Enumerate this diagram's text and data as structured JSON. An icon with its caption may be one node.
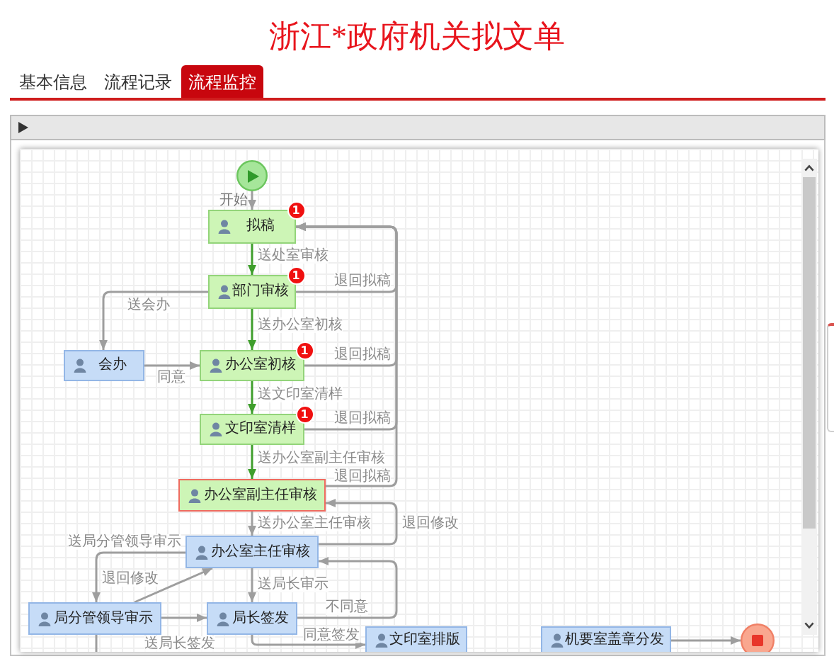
{
  "diagram": {
    "title": "浙江*政府机关拟文单",
    "nodes": [
      {
        "text": [],
        "shape": "circle",
        "beside": [
          "开始"
        ]
      },
      {
        "text": [
          "拟稿"
        ],
        "beside": [
          "1"
        ]
      },
      {
        "text": [
          "部门审核"
        ],
        "beside": [
          "1"
        ]
      },
      {
        "text": [
          "会办"
        ]
      },
      {
        "text": [
          "办公室初核"
        ],
        "beside": [
          "1"
        ]
      },
      {
        "text": [
          "文印室清样"
        ],
        "beside": [
          "1"
        ]
      },
      {
        "text": [
          "办公室副主任审核"
        ]
      },
      {
        "text": [
          "办公室主任审核"
        ]
      },
      {
        "text": [
          "局分管领导审示"
        ]
      },
      {
        "text": [
          "局长签发"
        ]
      },
      {
        "text": [
          "文印室排版"
        ]
      },
      {
        "text": [
          "机要室盖章分发"
        ]
      },
      {
        "text": [],
        "shape": "circle"
      }
    ],
    "edges": [
      {
        "from": 0,
        "to": 1,
        "arrow": "to"
      },
      {
        "from": 1,
        "to": 2,
        "arrow": "to",
        "label": "送处室审核",
        "color": "#3f9e2c"
      },
      {
        "from": 2,
        "to": 1,
        "arrow": "to",
        "label": "退回拟稿"
      },
      {
        "from": 2,
        "to": 3,
        "arrow": "to",
        "label": "送会办"
      },
      {
        "from": 2,
        "to": 4,
        "arrow": "to",
        "label": "送办公室初核",
        "color": "#3f9e2c"
      },
      {
        "from": 3,
        "to": 4,
        "arrow": "to",
        "label": "同意"
      },
      {
        "from": 4,
        "to": 1,
        "arrow": "to",
        "label": "退回拟稿"
      },
      {
        "from": 4,
        "to": 5,
        "arrow": "to",
        "label": "送文印室清样",
        "color": "#3f9e2c"
      },
      {
        "from": 5,
        "to": 1,
        "arrow": "to",
        "label": "退回拟稿"
      },
      {
        "from": 5,
        "to": 6,
        "arrow": "to",
        "label": "送办公室副主任审核",
        "color": "#3f9e2c"
      },
      {
        "from": 6,
        "to": 1,
        "arrow": "to",
        "label": "退回拟稿"
      },
      {
        "from": 6,
        "to": 7,
        "arrow": "to",
        "label": "送办公室主任审核"
      },
      {
        "from": 7,
        "to": 6,
        "arrow": "to",
        "label": "退回修改"
      },
      {
        "from": 7,
        "to": 8,
        "arrow": "to",
        "label": "送局分管领导审示"
      },
      {
        "from": 8,
        "to": 7,
        "arrow": "to",
        "label": "退回修改"
      },
      {
        "from": 7,
        "to": 9,
        "arrow": "to",
        "label": "送局长审示"
      },
      {
        "from": 8,
        "to": 9,
        "arrow": "to",
        "label": "送局长签发"
      },
      {
        "from": 9,
        "to": 7,
        "arrow": "to",
        "label": "不同意"
      },
      {
        "from": 9,
        "to": 10,
        "arrow": "to",
        "label": "同意签发"
      },
      {
        "from": 8,
        "to": null,
        "arrow": "none"
      },
      {
        "from": 11,
        "to": 12,
        "arrow": "to"
      }
    ],
    "labels": [
      "基本信息",
      "流程记录",
      "流程监控"
    ]
  }
}
